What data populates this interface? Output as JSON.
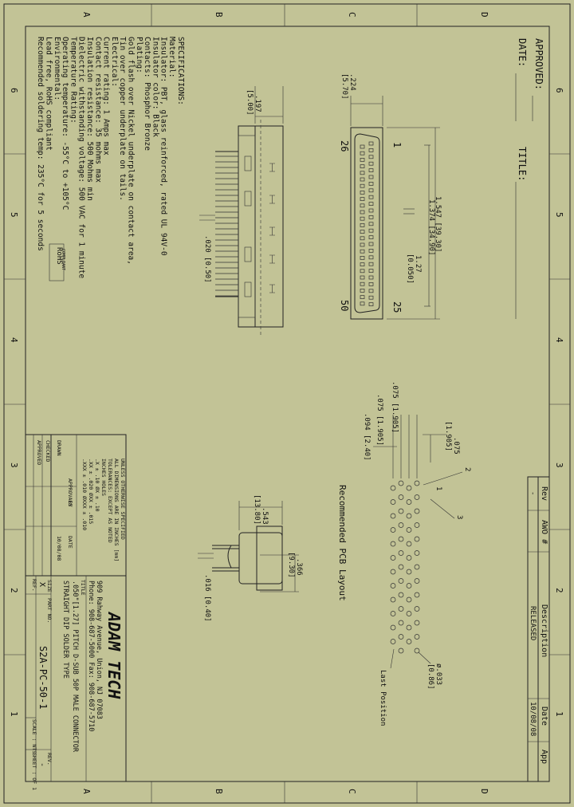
{
  "border": {
    "letters_top": [
      "A",
      "B",
      "C",
      "D"
    ],
    "letters_bottom": [
      "A",
      "B",
      "C",
      "D"
    ],
    "numbers_left": [
      "6",
      "5",
      "4",
      "3",
      "2",
      "1"
    ],
    "numbers_right": [
      "6",
      "5",
      "4",
      "3",
      "2",
      "1"
    ]
  },
  "approval": {
    "approved": "APPROVED:",
    "date": "DATE:",
    "title": "TITLE:"
  },
  "revision": {
    "headers": [
      "Rev",
      "AWO #",
      "Description",
      "Date",
      "App"
    ],
    "row": [
      "-",
      "",
      "RELEASED",
      "10/08/08",
      ""
    ]
  },
  "specs": {
    "title": "SPECIFICATIONS:",
    "lines": [
      "Material:",
      "Insulator: PBT, glass reinforced, rated UL 94V-0",
      "Insulator color: Black",
      "Contacts: Phosphor Bronze",
      "Plating:",
      "Gold flash over Nickel underplate on contact area,",
      "Tin over copper underplate on tails.",
      "Electrical:",
      "Current rating: 1 Amps max",
      "Contact resistance: 35 mohms max",
      "Insulation resistance: 500 Mohms min",
      "Dielectric withstanding voltage: 500 VAC for 1 minute",
      "Temperature Rating:",
      "Operating temperature: -55°C to +105°C",
      "Environmental:",
      "Lead free, RoHS compliant",
      "Recommended soldering temp: 235°C for 5 seconds"
    ],
    "rohs": [
      "RoHS",
      "COMPLIANT"
    ]
  },
  "dims": {
    "d_224": ".224",
    "d_570": "[5.70]",
    "d_197": ".197",
    "d_500": "[5.00]",
    "d_1547": "1.547 [39.30]",
    "d_1374": "1.374 [34.90]",
    "d_127": "1.27",
    "d_0050": "[0.050]",
    "d_020": ".020 [0.50]",
    "pin26": "26",
    "pin1": "1",
    "pin50": "50",
    "pin25": "25",
    "d_543": ".543",
    "d_1380": "[13.80]",
    "d_366": ".366",
    "d_930": "[9.30]",
    "d_016": ".016 [0.40]",
    "d_075a": ".075 [1.905]",
    "d_075b": ".075 [1.905]",
    "d_075c": ".075",
    "d_1905c": "[1.905]",
    "d_094": ".094 [2.40]",
    "d_dia": "ø.033",
    "d_086": "[0.86]",
    "lbl2": "2",
    "lbl1": "1",
    "lbl3": "3",
    "pcb_title": "Recommended  PCB  Layout",
    "last_position": "Last  Position"
  },
  "titleblock": {
    "unless": "UNLESS OTHERWISE SPECIFIED",
    "all_dims": "ALL DIMENSIONS ARE IN INCHES [mm]",
    "tol1": "TOLERANCES: EXCEPT AS NOTED",
    "tol2": "INCHES                  HOLES",
    "tol_x": ".X    ± .10      ØX    ± .10",
    "tol_xx": ".XX   ± .020     ØXX   ± .015",
    "tol_xxx": ".XXX  ± .010     ØXXX  ± .010",
    "approvals": "APPROVALS",
    "by": "BY",
    "date": "DATE",
    "drawn": "DRAWN",
    "checked": "CHECKED",
    "approved": "APPROVED",
    "drawn_date": "10/08/08",
    "company": "ADAM TECH",
    "address": "909 Rahway Avenue, Union, NJ 07083",
    "phone": "Phone: 908-687-5000 Fax: 908-687-5710",
    "title_lbl": "TITLE",
    "title1": ".050\"[1.27] PITCH D-SUB 50P MALE CONNECTOR",
    "title2": "STRAIGHT DIP SOLDER TYPE",
    "size_lbl": "SIZE",
    "size": "X",
    "part_lbl": "PART NO.",
    "part": "S2A-PC-50-1",
    "rev_lbl": "REV.",
    "rev": "-",
    "ref_lbl": "REF.",
    "scale": "SCALE :  NTS",
    "sheet": "SHEET  :  OF 1"
  }
}
